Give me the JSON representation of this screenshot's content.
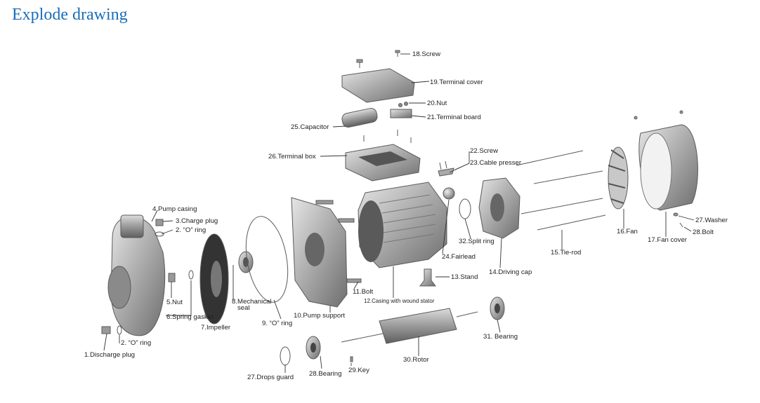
{
  "page": {
    "title": "Explode drawing"
  },
  "labels": {
    "l1": "1.Discharge plug",
    "l2a": "2. “O” ring",
    "l2b": "2. “O” ring",
    "l3": "3.Charge plug",
    "l4": "4.Pump casing",
    "l5": "5.Nut",
    "l6": "6.Spring gasket",
    "l7": "7.Impeller",
    "l8a": "8.Mechanical",
    "l8b": "seal",
    "l9": "9. “O” ring",
    "l10": "10.Pump support",
    "l11": "11.Bolt",
    "l12": "12.Casing with wound stator",
    "l13": "13.Stand",
    "l14": "14.Driving cap",
    "l15": "15.Tie-rod",
    "l16": "16.Fan",
    "l17": "17.Fan cover",
    "l18": "18.Screw",
    "l19": "19.Terminal cover",
    "l20": "20.Nut",
    "l21": "21.Terminal board",
    "l22": "22.Screw",
    "l23": "23.Cable presser",
    "l24": "24.Fairlead",
    "l25": "25.Capacitor",
    "l26": "26.Terminal box",
    "l27w": "27.Washer",
    "l27d": "27.Drops guard",
    "l28b": "28.Bolt",
    "l28r": "28.Bearing",
    "l29": "29.Key",
    "l30": "30.Rotor",
    "l31": "31. Bearing",
    "l32": "32.Split ring"
  }
}
